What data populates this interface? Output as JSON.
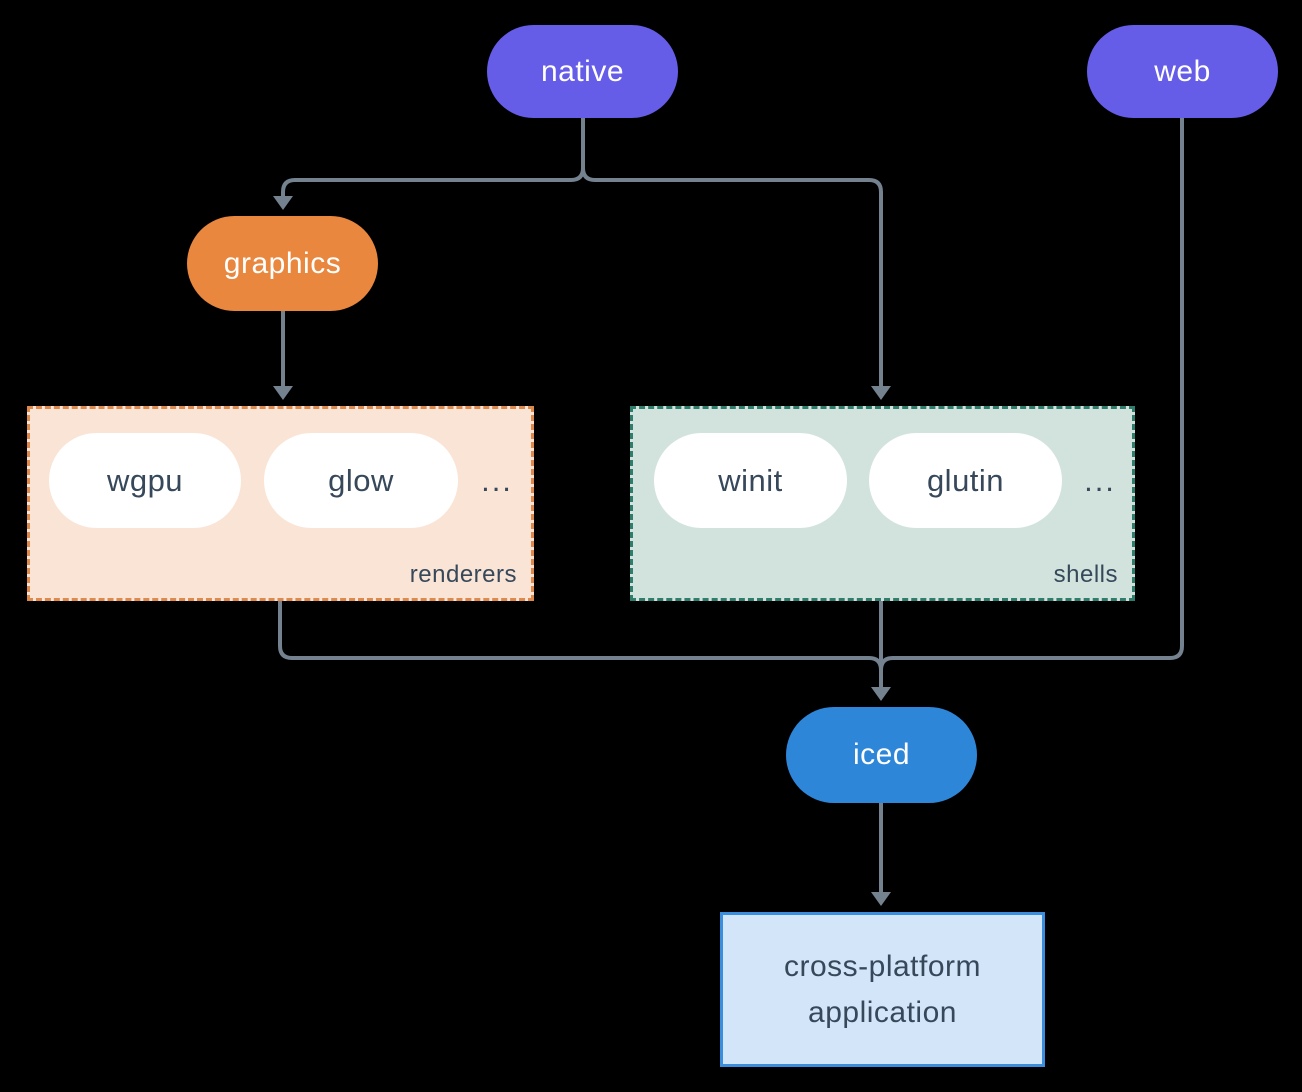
{
  "diagram": {
    "nodes": {
      "native": "native",
      "web": "web",
      "graphics": "graphics",
      "iced": "iced"
    },
    "groups": {
      "renderers": {
        "label": "renderers",
        "pills": [
          "wgpu",
          "glow"
        ],
        "more": "..."
      },
      "shells": {
        "label": "shells",
        "pills": [
          "winit",
          "glutin"
        ],
        "more": "..."
      }
    },
    "app": {
      "line1": "cross-platform",
      "line2": "application"
    },
    "colors": {
      "platform": "#655CE8",
      "graphics": "#E8873D",
      "iced": "#2E86D8",
      "renderers_fill": "#FAE4D6",
      "renderers_border": "#DE8A4D",
      "shells_fill": "#D2E3DD",
      "shells_border": "#2E7D6D",
      "app_fill": "#D3E5F8",
      "app_border": "#3B8EDE",
      "edge": "#74828F",
      "text_dark": "#36485A",
      "background": "#000000"
    }
  }
}
